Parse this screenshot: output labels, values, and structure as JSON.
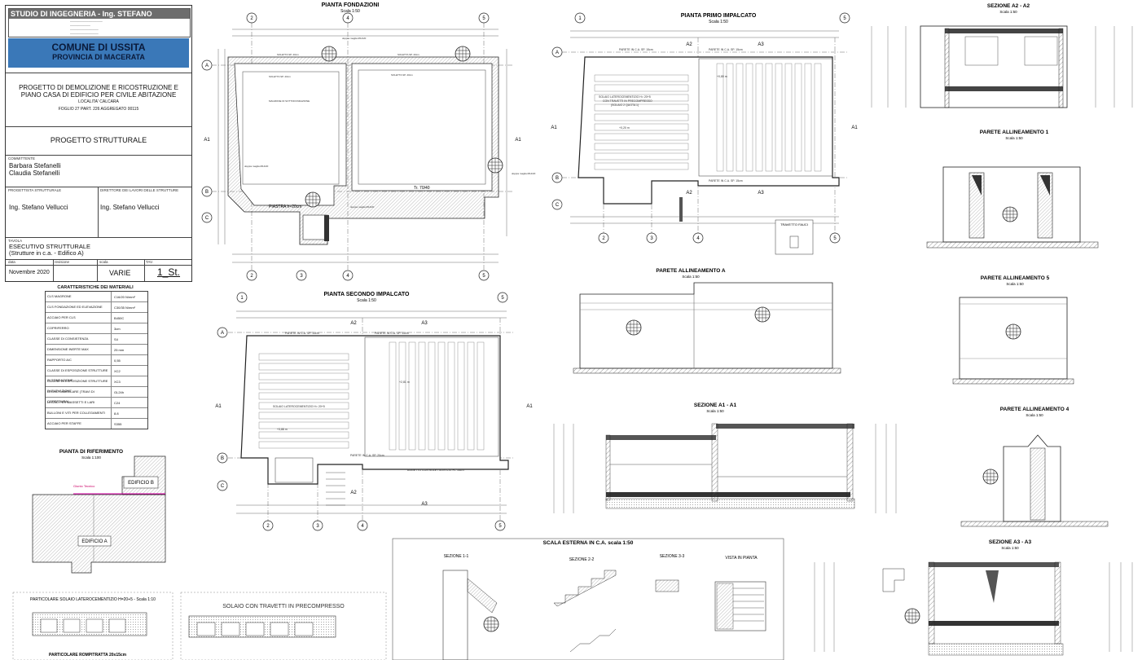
{
  "title_block": {
    "studio": "STUDIO DI INGEGNERIA - Ing. STEFANO VELLUCCI",
    "comune": "COMUNE DI USSITA",
    "provincia": "PROVINCIA DI MACERATA",
    "project_line1": "PROGETTO DI DEMOLIZIONE E RICOSTRUZIONE E",
    "project_line2": "PIANO CASA DI EDIFICIO PER CIVILE ABITAZIONE",
    "location": "LOCALITA' CALCARA",
    "foglio": "FOGLIO 27 PART. 226 AGGREGATO 00115",
    "project_type": "PROGETTO STRUTTURALE",
    "committente_label": "COMMITTENTE",
    "committente1": "Barbara Stefanelli",
    "committente2": "Claudia Stefanelli",
    "progettista_label": "PROGETTISTA STRUTTURALE",
    "progettista": "Ing. Stefano Vellucci",
    "direttore_label": "DIRETTORE DEI LAVORI DELLE STRUTTURE",
    "direttore": "Ing. Stefano Vellucci",
    "tavola_label": "TAVOLA",
    "tavola1": "ESECUTIVO STRUTTURALE",
    "tavola2": "(Strutture in c.a. - Edifico A)",
    "data_label": "data",
    "revisione_label": "revisione",
    "scala_label": "scala",
    "tav_label": "TAV.",
    "data": "Novembre 2020",
    "scala": "VARIE",
    "tav": "1_St."
  },
  "materials": {
    "title": "CARATTERISTICHE DEI MATERIALI",
    "rows": [
      {
        "k": "CLS MAGRONE",
        "v": "C16/20 N/mm²"
      },
      {
        "k": "CLS FONDAZIONE ED ELEVAZIONE",
        "v": "C30/35 N/mm²"
      },
      {
        "k": "ACCIAIO PER CLS",
        "v": "B450C"
      },
      {
        "k": "COPRIFERRO",
        "v": "3cm"
      },
      {
        "k": "CLASSE DI CONSISTENZA",
        "v": "S4"
      },
      {
        "k": "DIMENSIONE INERTE MAX",
        "v": "25 mm"
      },
      {
        "k": "RAPPORTO A/C",
        "v": "0,55"
      },
      {
        "k": "CLASSE DI ESPOSIZIONE STRUTTURE IN FONDAZIONE",
        "v": "XC2"
      },
      {
        "k": "CLASSE DI ESPOSIZIONE STRUTTURE IN ELEVAZIONE",
        "v": "XC3"
      },
      {
        "k": "LEGNO LAMELLARE (TRAVI DI COPERTURA)",
        "v": "GL24h"
      },
      {
        "k": "LEGNO PER MASSETTI E LARI",
        "v": "C24"
      },
      {
        "k": "BULLONI E VITI PER COLLEGAMENTI",
        "v": "8.8"
      },
      {
        "k": "ACCIAIO PER STAFFE",
        "v": "S355"
      }
    ]
  },
  "drawings": {
    "pianta_fondazioni": "PIANTA FONDAZIONI",
    "pianta_primo": "PIANTA PRIMO IMPALCATO",
    "pianta_secondo": "PIANTA SECONDO IMPALCATO",
    "pianta_riferimento": "PIANTA DI RIFERIMENTO",
    "sezione_a2": "SEZIONE A2 - A2",
    "parete_1": "PARETE ALLINEAMENTO 1",
    "parete_a": "PARETE ALLINEAMENTO A",
    "parete_5": "PARETE ALLINEAMENTO 5",
    "sezione_a1": "SEZIONE A1 - A1",
    "parete_4": "PARETE ALLINEAMENTO 4",
    "sezione_a3": "SEZIONE A3 - A3",
    "scala_esterna": "SCALA ESTERNA IN C.A.   scala 1:50",
    "sez11": "SEZIONE 1-1",
    "sez22": "SEZIONE 2-2",
    "sez33": "SEZIONE 3-3",
    "vista": "VISTA IN PIANTA",
    "part_solaio": "PARTICOLARE SOLAIO LATEROCEMENTIZIO H=20+5 - Scala 1:10",
    "solaio_travetti": "SOLAIO CON TRAVETTI IN PRECOMPRESSO",
    "part_bottom": "PARTICOLARE ROMPITRATTA 20x15cm",
    "scala_150": "Scala 1:50",
    "scala_1100": "Scala 1:100",
    "edificio_a": "EDIFICIO A",
    "edificio_b": "EDIFICIO B",
    "giunto": "Giunto Tecnico",
    "platea": "PIASTRA h=20cm",
    "travetto_fauci": "TRAVETTO FAUCI",
    "tr7040": "Tr. 70/40",
    "grid_a": "A",
    "grid_b": "B",
    "grid_c": "C",
    "grid_1": "1",
    "grid_2": "2",
    "grid_3": "3",
    "grid_4": "4",
    "grid_5": "5",
    "a1": "A1",
    "a2": "A2",
    "a3": "A3"
  }
}
